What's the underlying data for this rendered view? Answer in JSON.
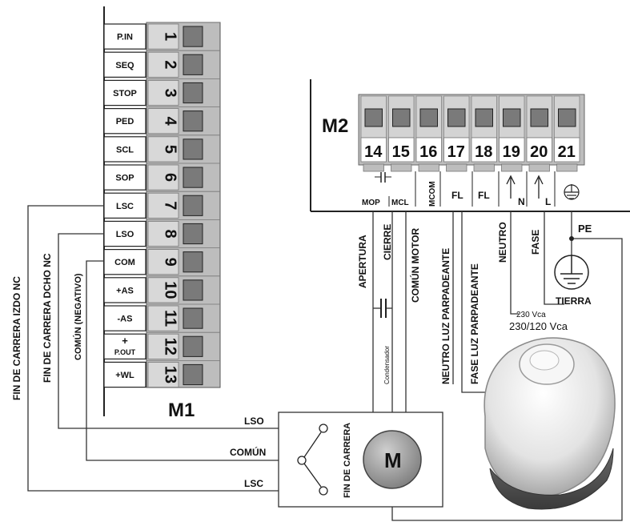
{
  "m1": {
    "title": "M1",
    "terminals": [
      {
        "label": "P.IN",
        "num": "1"
      },
      {
        "label": "SEQ",
        "num": "2"
      },
      {
        "label": "STOP",
        "num": "3"
      },
      {
        "label": "PED",
        "num": "4"
      },
      {
        "label": "SCL",
        "num": "5"
      },
      {
        "label": "SOP",
        "num": "6"
      },
      {
        "label": "LSC",
        "num": "7"
      },
      {
        "label": "LSO",
        "num": "8"
      },
      {
        "label": "COM",
        "num": "9"
      },
      {
        "label": "+AS",
        "num": "10"
      },
      {
        "label": "-AS",
        "num": "11"
      },
      {
        "label": "P.OUT",
        "num": "12",
        "sign": "+"
      },
      {
        "label": "+WL",
        "num": "13"
      }
    ]
  },
  "m2": {
    "title": "M2",
    "terminals": [
      {
        "num": "14"
      },
      {
        "num": "15"
      },
      {
        "num": "16"
      },
      {
        "num": "17"
      },
      {
        "num": "18"
      },
      {
        "num": "19"
      },
      {
        "num": "20"
      },
      {
        "num": "21"
      }
    ],
    "labels": {
      "mop": "MOP",
      "mcl": "MCL",
      "mcom": "MCOM",
      "fl1": "FL",
      "fl2": "FL",
      "n": "N",
      "l": "L"
    }
  },
  "wires": {
    "apertura": "APERTURA",
    "cierre": "CIERRE",
    "comun_motor": "COMÚN MOTOR",
    "neutro_luz": "NEUTRO LUZ PARPADEANTE",
    "fase_luz": "FASE LUZ PARPADEANTE",
    "neutro": "NEUTRO",
    "fase": "FASE",
    "pe": "PE",
    "tierra": "TIERRA",
    "voltage1": "230 Vca",
    "voltage2": "230/120 Vca",
    "condensador": "Condensador"
  },
  "left_labels": {
    "izdo": "FIN DE CARRERA IZDO NC",
    "dcho": "FIN DE CARRERA DCHO NC",
    "comun_neg": "COMÚN (NEGATIVO)"
  },
  "motor_box": {
    "lso": "LSO",
    "comun": "COMÚN",
    "lsc": "LSC",
    "fin_carrera": "FIN DE CARRERA",
    "motor": "M"
  }
}
